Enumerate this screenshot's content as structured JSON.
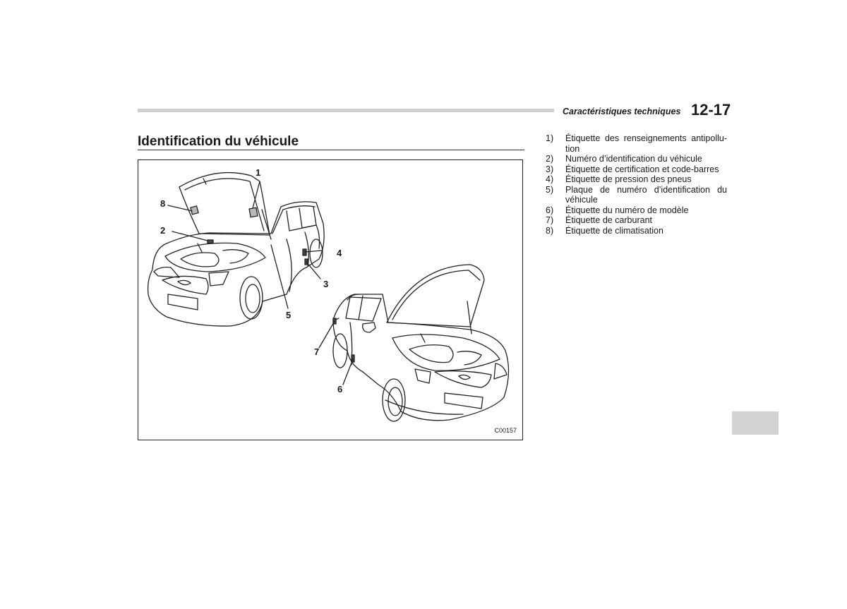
{
  "header": {
    "chapter_title": "Caractéristiques techniques",
    "page_number": "12-17"
  },
  "section": {
    "title": "Identification du véhicule"
  },
  "figure": {
    "code": "C00157",
    "callouts": [
      "1",
      "2",
      "3",
      "4",
      "5",
      "6",
      "7",
      "8"
    ]
  },
  "legend": [
    {
      "num": "1)",
      "text": "Étiquette des renseignements antipollu-tion"
    },
    {
      "num": "2)",
      "text": "Numéro d’identification du véhicule"
    },
    {
      "num": "3)",
      "text": "Étiquette de certification et code-barres"
    },
    {
      "num": "4)",
      "text": "Étiquette de pression des pneus"
    },
    {
      "num": "5)",
      "text": "Plaque de numéro d’identification du véhicule"
    },
    {
      "num": "6)",
      "text": "Étiquette du numéro de modèle"
    },
    {
      "num": "7)",
      "text": "Étiquette de carburant"
    },
    {
      "num": "8)",
      "text": "Étiquette de climatisation"
    }
  ]
}
